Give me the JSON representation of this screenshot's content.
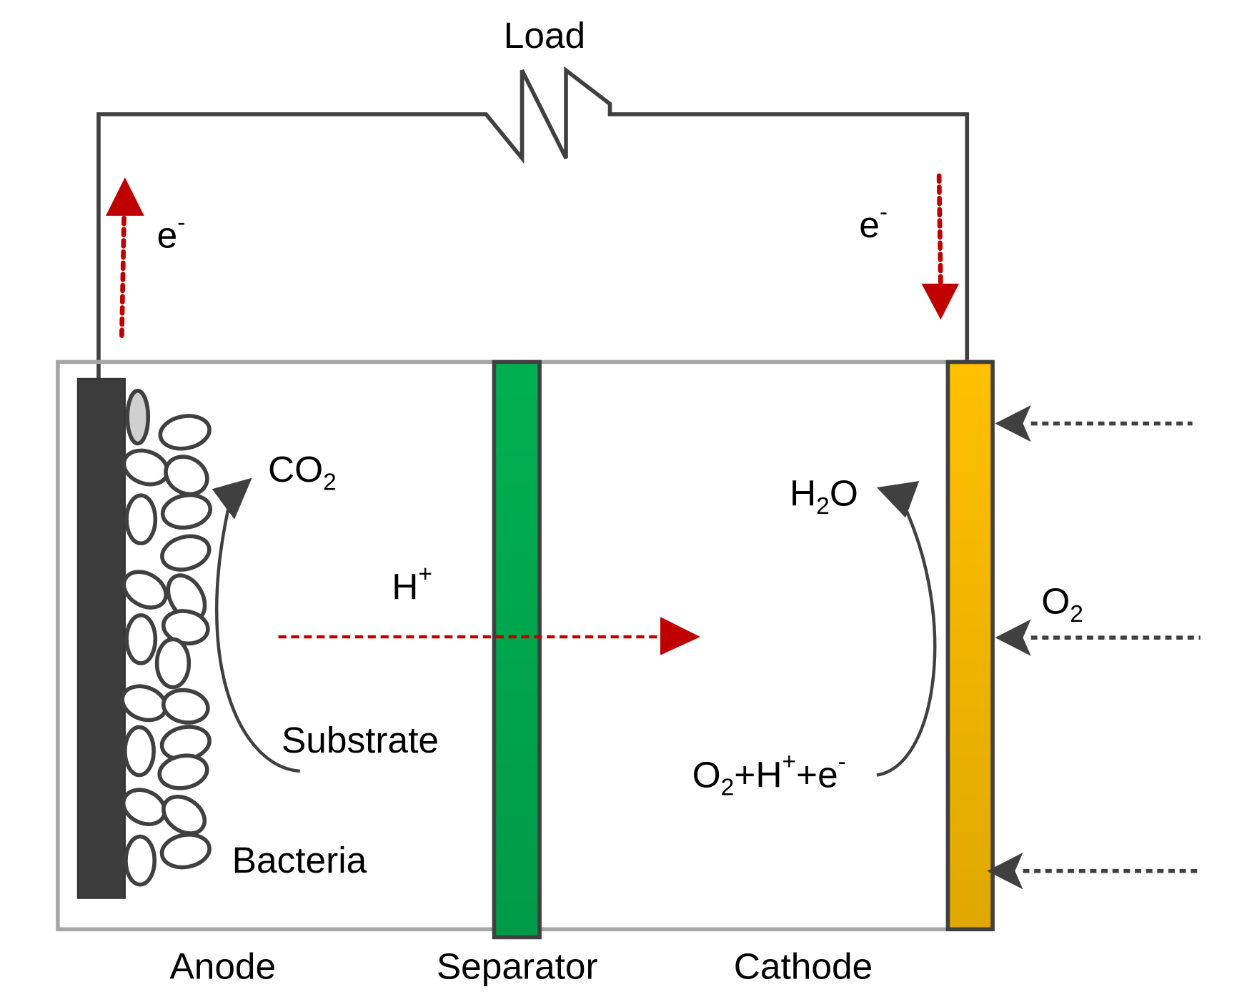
{
  "labels": {
    "load": "Load",
    "electron_left": "e",
    "electron_left_sup": "-",
    "electron_right": "e",
    "electron_right_sup": "-",
    "co2": "CO",
    "co2_sub": "2",
    "proton": "H",
    "proton_sup": "+",
    "substrate": "Substrate",
    "bacteria": "Bacteria",
    "h2o_h": "H",
    "h2o_sub": "2",
    "h2o_o": "O",
    "o2": "O",
    "o2_sub": "2",
    "reaction_o": "O",
    "reaction_o_sub": "2",
    "reaction_h": "+H",
    "reaction_h_sup": "+",
    "reaction_e": "+e",
    "reaction_e_sup": "-",
    "anode": "Anode",
    "separator": "Separator",
    "cathode": "Cathode"
  },
  "colors": {
    "anode": "#3c3c3c",
    "separator": "#00a84f",
    "cathode": "#f5b800",
    "electron_flow": "#c00000",
    "wire": "#404040",
    "container": "#a6a6a6"
  }
}
